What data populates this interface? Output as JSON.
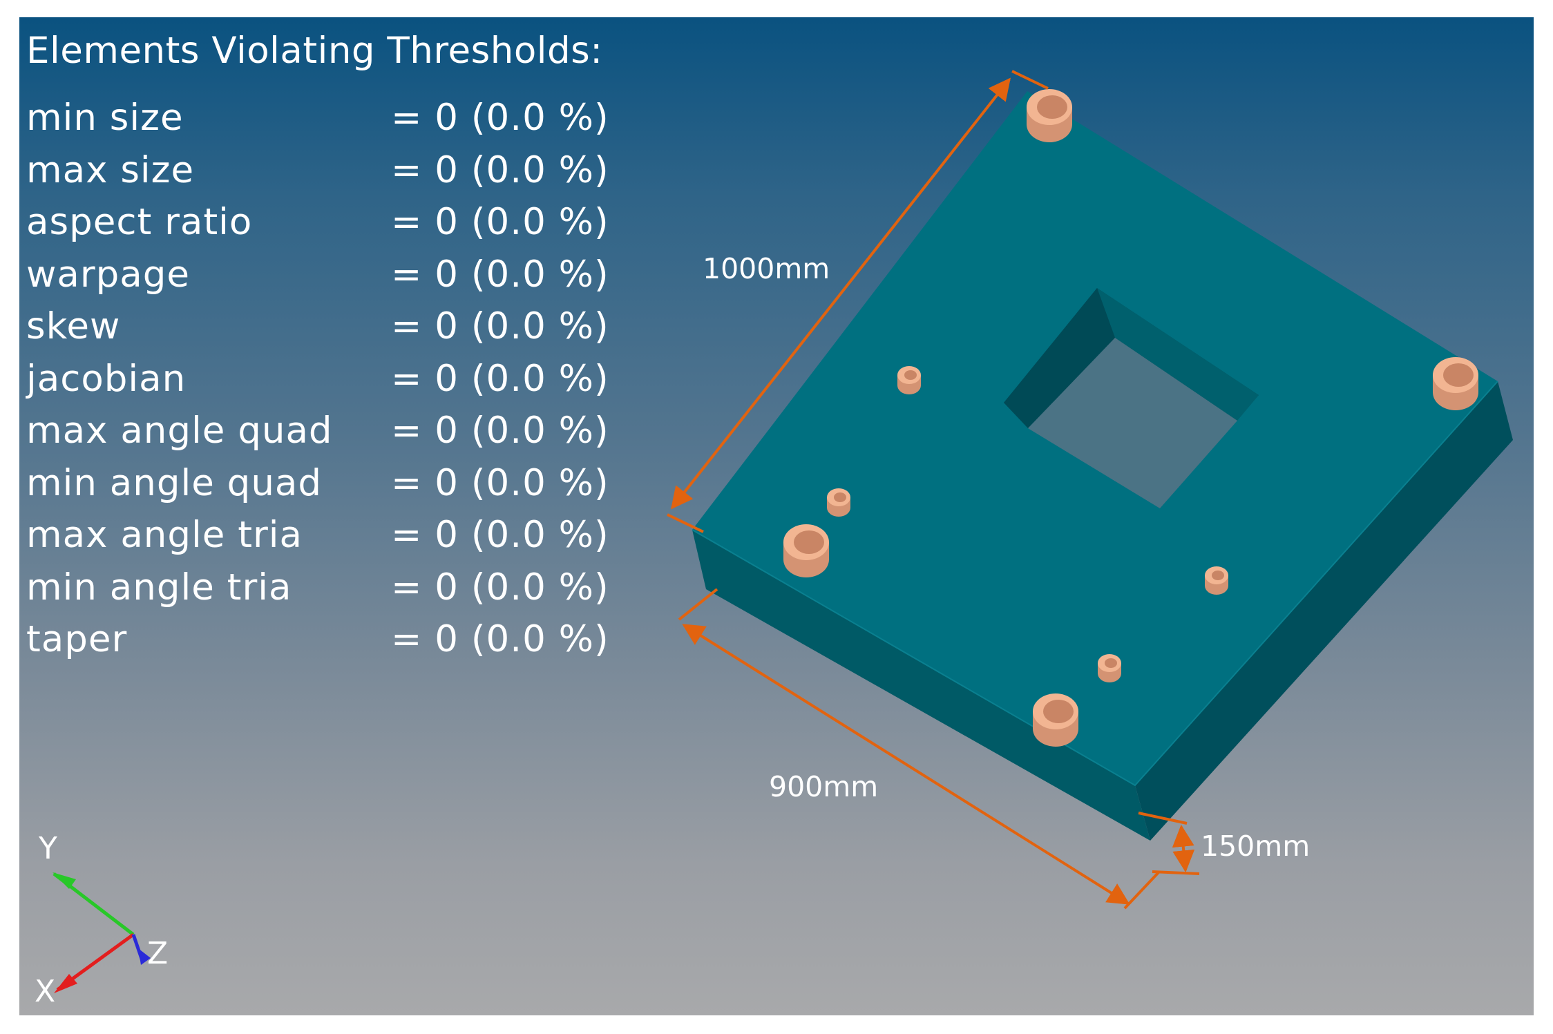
{
  "report": {
    "title": "Elements Violating Thresholds:",
    "rows": [
      {
        "label": "min size",
        "value": "= 0 (0.0 %)"
      },
      {
        "label": "max size",
        "value": "= 0 (0.0 %)"
      },
      {
        "label": "aspect ratio",
        "value": "= 0 (0.0 %)"
      },
      {
        "label": "warpage",
        "value": "= 0 (0.0 %)"
      },
      {
        "label": "skew",
        "value": "= 0 (0.0 %)"
      },
      {
        "label": "jacobian",
        "value": "= 0 (0.0 %)"
      },
      {
        "label": "max angle quad",
        "value": "= 0 (0.0 %)"
      },
      {
        "label": "min angle quad",
        "value": "= 0 (0.0 %)"
      },
      {
        "label": "max angle tria",
        "value": "= 0 (0.0 %)"
      },
      {
        "label": "min angle tria",
        "value": "= 0 (0.0 %)"
      },
      {
        "label": "taper",
        "value": "= 0 (0.0 %)"
      }
    ]
  },
  "dimensions": {
    "length": "1000mm",
    "width": "900mm",
    "thickness": "150mm"
  },
  "triad": {
    "y": "Y",
    "z": "Z",
    "x": "X"
  },
  "colors": {
    "plate_top": "#007080",
    "plate_side_front": "#005a66",
    "plate_side_right": "#004f5c",
    "boss": "#f0b08e",
    "dimension_line": "#e2630f",
    "axis_x": "#e31e1e",
    "axis_y": "#28c828",
    "axis_z": "#2a2ad8"
  }
}
